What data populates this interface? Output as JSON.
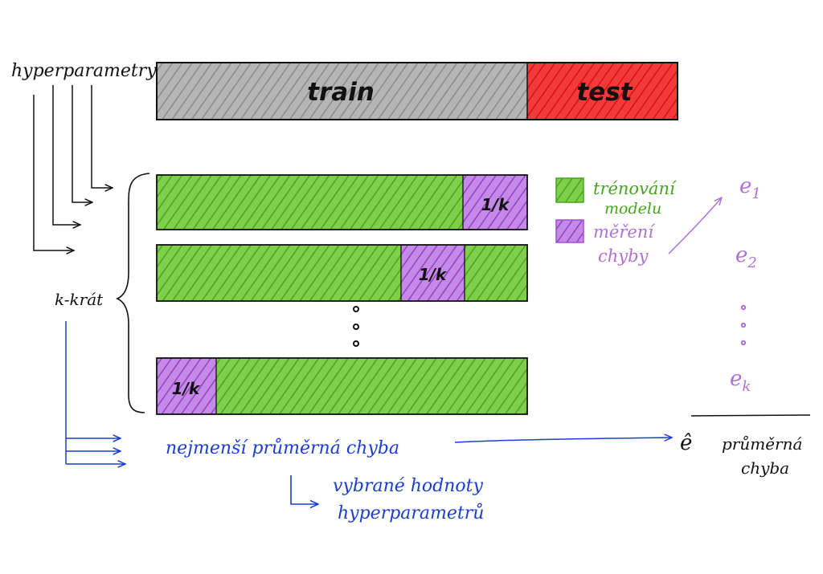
{
  "colors": {
    "train": "#9a9a9a",
    "test": "#ee2222",
    "fold_train": "#5cb82a",
    "fold_eval": "#a24fd0",
    "ink_black": "#111111",
    "ink_blue": "#1a3fd0",
    "ink_green": "#44a51f",
    "ink_purple": "#b070d8"
  },
  "top_split": {
    "train_label": "train",
    "test_label": "test"
  },
  "hyperparams_label": "hyperparametry",
  "kfold_label": "k-krát",
  "fold_label": "1/k",
  "ellipsis": "⋮",
  "legend": {
    "training_line1": "trénování",
    "training_line2": "modelu",
    "eval_line1": "měření",
    "eval_line2": "chyby"
  },
  "errors": {
    "e1": "e",
    "e1_sub": "1",
    "e2": "e",
    "e2_sub": "2",
    "ek": "e",
    "ek_sub": "k",
    "mean_symbol": "ê",
    "mean_line1": "průměrná",
    "mean_line2": "chyba"
  },
  "selection": {
    "lowest_error": "nejmenší průměrná chyba",
    "chosen_line1": "vybrané hodnoty",
    "chosen_line2": "hyperparametrů"
  }
}
